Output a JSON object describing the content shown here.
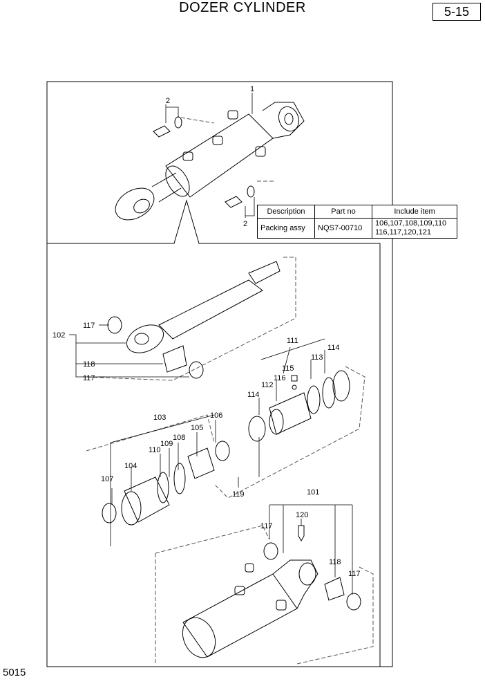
{
  "title": "DOZER CYLINDER",
  "page_number": "5-15",
  "figure_number": "5015",
  "table": {
    "headers": [
      "Description",
      "Part no",
      "Include item"
    ],
    "rows": [
      {
        "description": "Packing assy",
        "part_no": "NQS7-00710",
        "include_line1": "106,107,108,109,110",
        "include_line2": "116,117,120,121"
      }
    ]
  },
  "callouts": {
    "c1": "1",
    "c2a": "2",
    "c2b": "2",
    "c101": "101",
    "c102": "102",
    "c103": "103",
    "c104": "104",
    "c105": "105",
    "c106": "106",
    "c107": "107",
    "c108": "108",
    "c109": "109",
    "c110": "110",
    "c111": "111",
    "c112": "112",
    "c113": "113",
    "c114a": "114",
    "c114b": "114",
    "c115": "115",
    "c116": "116",
    "c117a": "117",
    "c117b": "117",
    "c117c": "117",
    "c117d": "117",
    "c118a": "118",
    "c118b": "118",
    "c119": "119",
    "c120": "120"
  }
}
